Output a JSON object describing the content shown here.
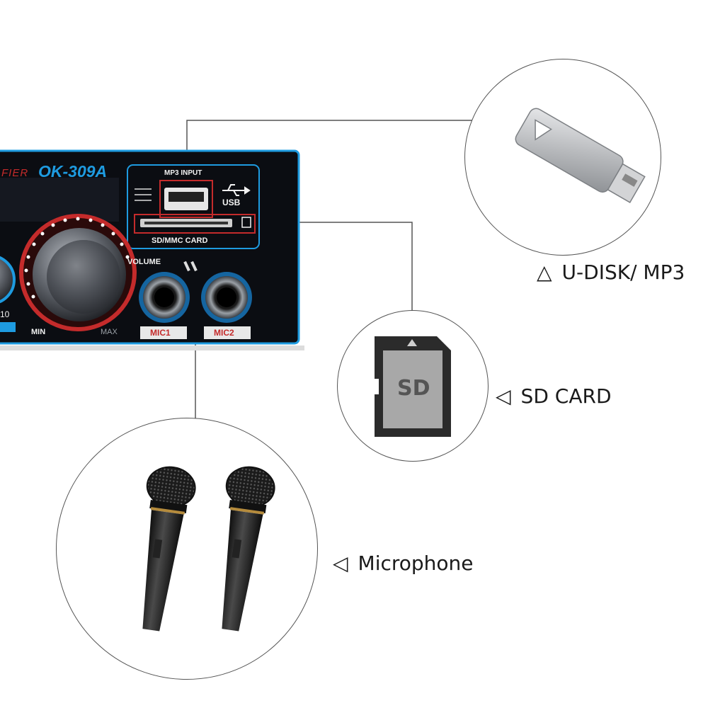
{
  "amplifier": {
    "brand_fragment": "FIER",
    "model": "OK-309A",
    "mp3_input_label": "MP3 INPUT",
    "usb_label": "USB",
    "card_label": "SD/MMC CARD",
    "volume_label": "VOLUME",
    "min_label": "MIN",
    "max_label": "MAX",
    "scale_fragment": "10",
    "mic1_label": "MIC1",
    "mic2_label": "MIC2"
  },
  "callouts": {
    "udisk": {
      "marker": "△",
      "label": "U-DISK/ MP3"
    },
    "sd": {
      "marker": "◁",
      "label": "SD CARD"
    },
    "mic": {
      "marker": "◁",
      "label": "Microphone"
    }
  },
  "sd_card": {
    "text": "SD"
  },
  "colors": {
    "panel": "#0b0d12",
    "accent_blue": "#1e9be0",
    "accent_red": "#c42b2b",
    "text_white": "#f2f2f2",
    "label_dark": "#1a1a1a"
  }
}
